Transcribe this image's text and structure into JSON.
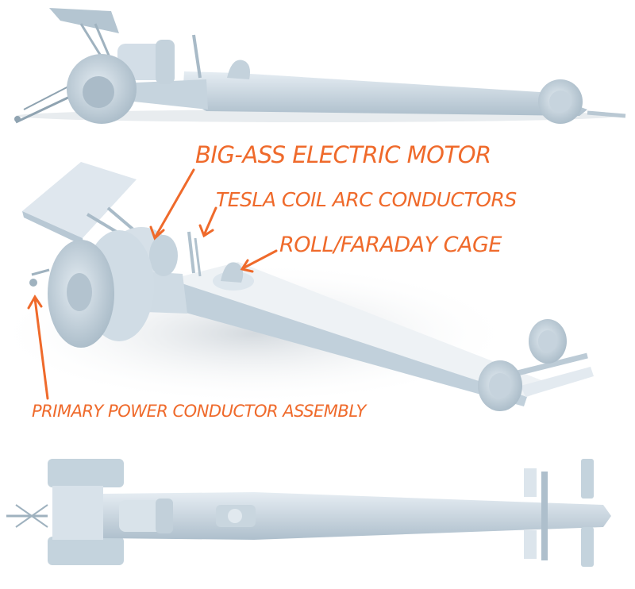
{
  "labels": {
    "motor": "BIG-ASS ELECTRIC MOTOR",
    "tesla": "TESLA COIL ARC CONDUCTORS",
    "roll": "ROLL/FARADAY CAGE",
    "primary": "PRIMARY POWER CONDUCTOR ASSEMBLY"
  },
  "colors": {
    "accent": "#ef6a2b",
    "model_light": "#dde7ef",
    "model_mid": "#c3d3de",
    "model_dark": "#97aab8",
    "background": "#ffffff"
  }
}
